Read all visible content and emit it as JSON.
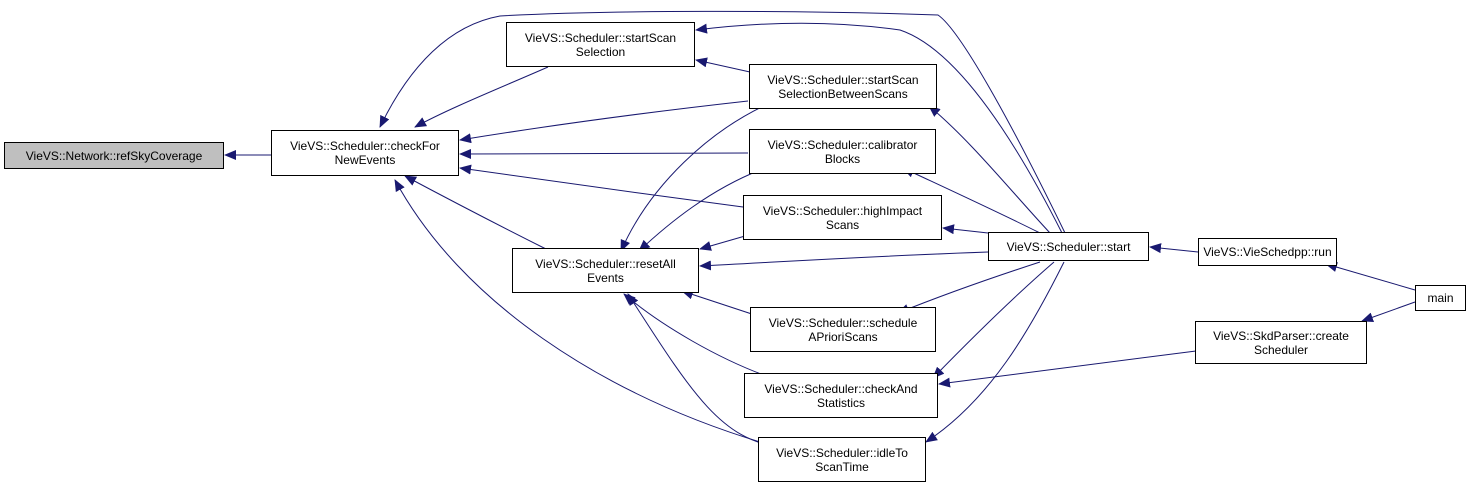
{
  "colors": {
    "edge": "#191970",
    "node_border": "#000000",
    "focus_fill": "#bfbfbf",
    "node_fill": "#ffffff"
  },
  "nodes": {
    "refSkyCoverage": [
      "VieVS::Network::refSkyCoverage"
    ],
    "checkForNewEvents": [
      "VieVS::Scheduler::checkFor",
      "NewEvents"
    ],
    "startScanSelection": [
      "VieVS::Scheduler::startScan",
      "Selection"
    ],
    "resetAllEvents": [
      "VieVS::Scheduler::resetAll",
      "Events"
    ],
    "startScanSelectionBetweenScans": [
      "VieVS::Scheduler::startScan",
      "SelectionBetweenScans"
    ],
    "calibratorBlocks": [
      "VieVS::Scheduler::calibrator",
      "Blocks"
    ],
    "highImpactScans": [
      "VieVS::Scheduler::highImpact",
      "Scans"
    ],
    "scheduleAPrioriScans": [
      "VieVS::Scheduler::schedule",
      "APrioriScans"
    ],
    "checkAndStatistics": [
      "VieVS::Scheduler::checkAnd",
      "Statistics"
    ],
    "idleToScanTime": [
      "VieVS::Scheduler::idleTo",
      "ScanTime"
    ],
    "start": [
      "VieVS::Scheduler::start"
    ],
    "run": [
      "VieVS::VieSchedpp::run"
    ],
    "createScheduler": [
      "VieVS::SkdParser::create",
      "Scheduler"
    ],
    "main": [
      "main"
    ]
  }
}
